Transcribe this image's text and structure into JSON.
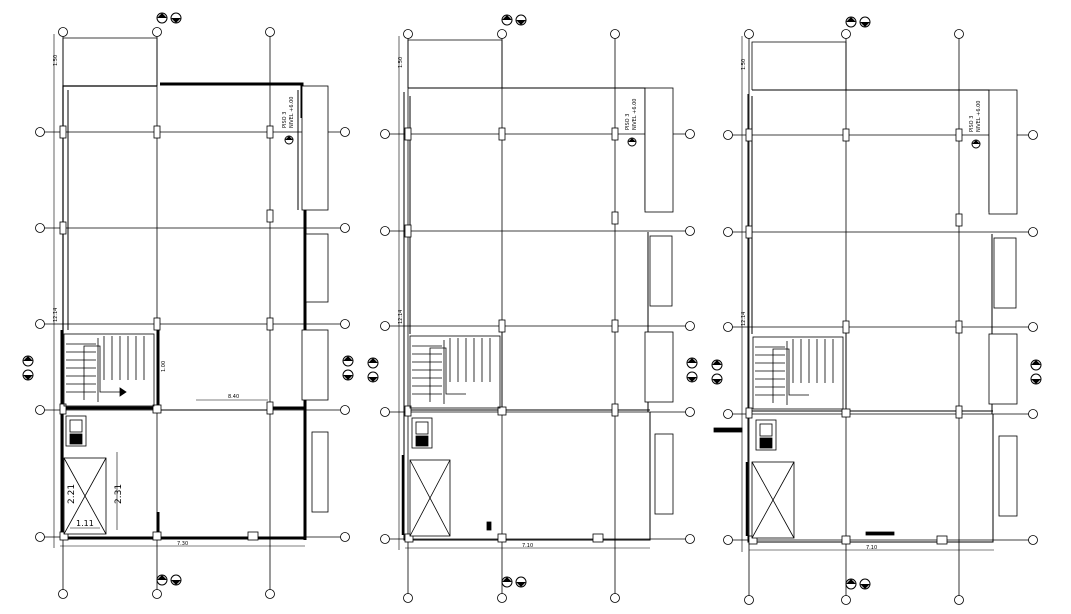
{
  "plans": [
    {
      "id": "plan-1",
      "labels": {
        "top_dim": "1.50",
        "left_dim": "12.14",
        "bottom_dim": "7.30",
        "stair_dim": "1.00",
        "inner_dim": "8.40",
        "dim_a": "2.21",
        "dim_b": "2.31",
        "dim_c": "1.11",
        "note_1": "PISO 3",
        "note_2": "NIVEL +6.00"
      }
    },
    {
      "id": "plan-2",
      "labels": {
        "top_dim": "1.50",
        "left_dim": "12.14",
        "bottom_dim": "7.10",
        "note_1": "PISO 3",
        "note_2": "NIVEL +6.00"
      }
    },
    {
      "id": "plan-3",
      "labels": {
        "top_dim": "1.50",
        "left_dim": "12.14",
        "bottom_dim": "7.10",
        "note_1": "PISO 3",
        "note_2": "NIVEL +6.00"
      }
    }
  ]
}
